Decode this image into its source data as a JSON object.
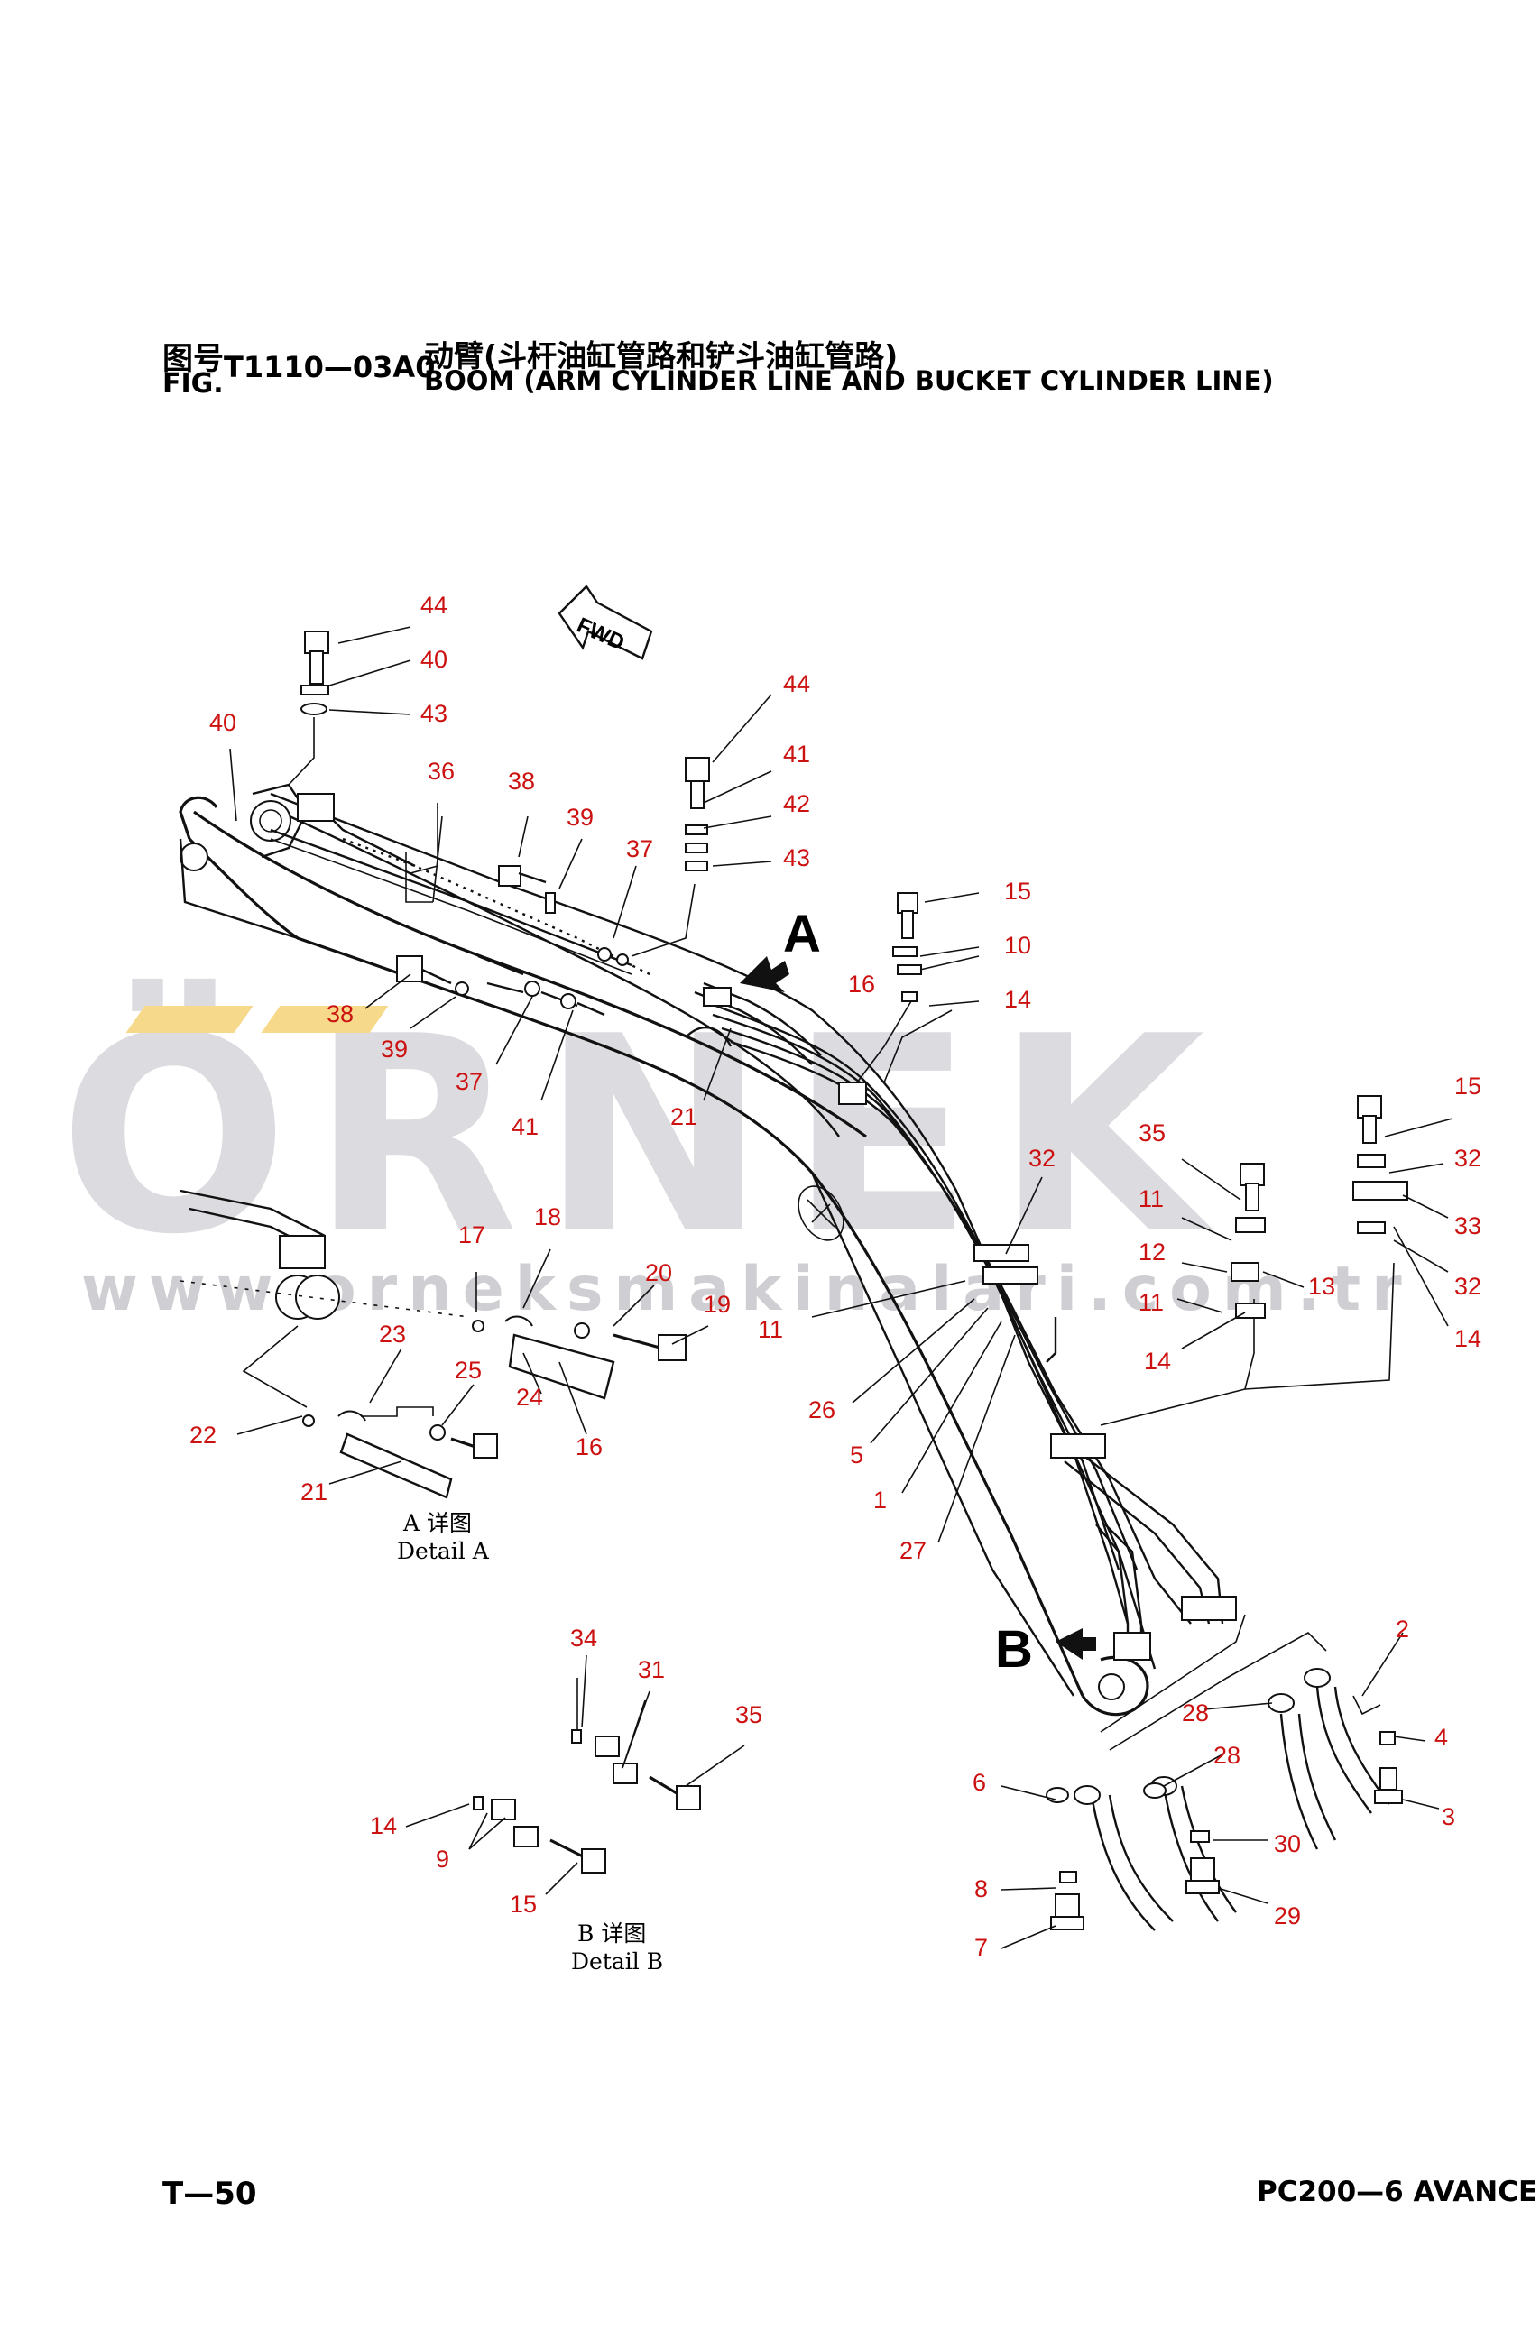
{
  "header": {
    "fig_cn": "图号",
    "fig_en": "FIG.",
    "fig_no": "T1110—03A0",
    "title_cn": "动臂(斗杆油缸管路和铲斗油缸管路)",
    "title_en": "BOOM (ARM CYLINDER LINE AND BUCKET CYLINDER LINE)"
  },
  "direction_label": "FWD",
  "view_labels": {
    "a": "A",
    "b": "B"
  },
  "detail_a": {
    "cn": "A 详图",
    "en": "Detail A"
  },
  "detail_b": {
    "cn": "B 详图",
    "en": "Detail B"
  },
  "watermark": {
    "brand": "ÖRNEK",
    "url": "www.orneksmakinalari.com.tr"
  },
  "colors": {
    "callout": "#cc1111",
    "line": "#111111",
    "watermark": "#d9d9dc",
    "accent": "#f5c542"
  },
  "footer": {
    "page": "T—50",
    "model": "PC200—6 AVANCE"
  },
  "callouts": [
    "44",
    "40",
    "43",
    "40",
    "36",
    "38",
    "39",
    "37",
    "44",
    "41",
    "42",
    "43",
    "15",
    "10",
    "16",
    "14",
    "38",
    "39",
    "37",
    "41",
    "21",
    "32",
    "35",
    "15",
    "32",
    "11",
    "12",
    "13",
    "33",
    "32",
    "11",
    "14",
    "14",
    "17",
    "18",
    "20",
    "19",
    "23",
    "25",
    "24",
    "16",
    "22",
    "21",
    "11",
    "26",
    "5",
    "1",
    "27",
    "34",
    "31",
    "35",
    "14",
    "9",
    "15",
    "2",
    "4",
    "3",
    "28",
    "28",
    "6",
    "30",
    "8",
    "29",
    "7"
  ]
}
